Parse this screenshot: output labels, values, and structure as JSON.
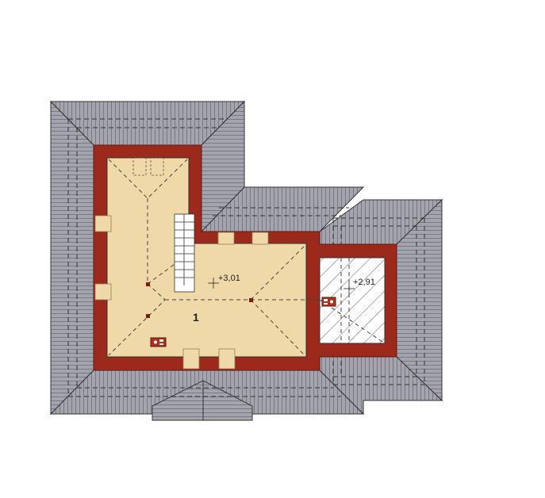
{
  "plan": {
    "room_number": "1",
    "elevation_main": "+3,01",
    "elevation_annex": "+2,91"
  },
  "colors": {
    "roof": "#a4a4ae",
    "wall": "#9b2a1c",
    "floor": "#f0d9a8",
    "annex_floor": "#ffffff",
    "outline": "#333333"
  }
}
